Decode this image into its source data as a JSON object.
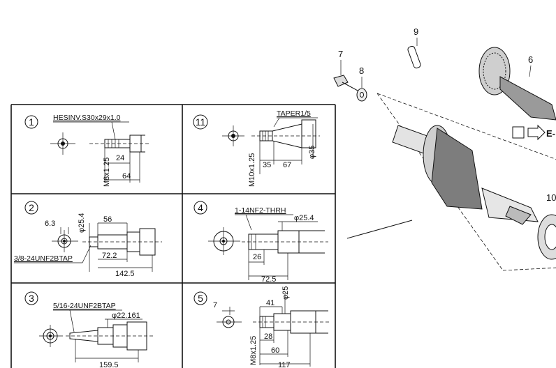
{
  "panels": [
    {
      "circle": "1",
      "thread": "HESINV.S30x29x1.0",
      "dims": [
        "M8x1.25",
        "24",
        "64"
      ]
    },
    {
      "circle": "11",
      "thread": "TAPER1/5",
      "dims": [
        "M10x1.25",
        "35",
        "67",
        "φ35"
      ]
    },
    {
      "circle": "2",
      "thread": "3/8-24UNF2BTAP",
      "dims": [
        "6.3",
        "φ25.4",
        "56",
        "72.2",
        "142.5"
      ]
    },
    {
      "circle": "4",
      "thread": "1-14NF2-THRH",
      "dims": [
        "φ25.4",
        "26",
        "72.5"
      ]
    },
    {
      "circle": "3",
      "thread": "5/16-24UNF2BTAP",
      "dims": [
        "φ22.161",
        "159.5"
      ]
    },
    {
      "circle": "5",
      "thread": "",
      "dims": [
        "7",
        "41",
        "φ25",
        "M8x1.25",
        "28",
        "60",
        "117"
      ]
    }
  ],
  "parts": {
    "p6": "6",
    "p7": "7",
    "p8": "8",
    "p9": "9",
    "p10": "10",
    "ref": "E-"
  }
}
